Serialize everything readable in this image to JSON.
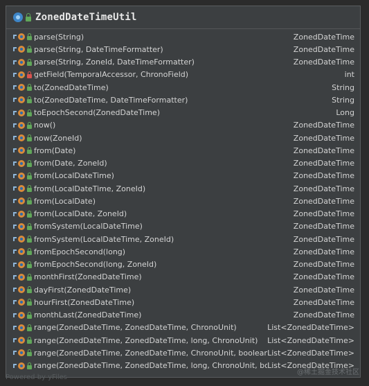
{
  "header": {
    "class_name": "ZonedDateTimeUtil"
  },
  "methods": [
    {
      "sig": "parse(String)",
      "ret": "ZonedDateTime",
      "access": "public"
    },
    {
      "sig": "parse(String, DateTimeFormatter)",
      "ret": "ZonedDateTime",
      "access": "public"
    },
    {
      "sig": "parse(String, ZoneId, DateTimeFormatter)",
      "ret": "ZonedDateTime",
      "access": "public"
    },
    {
      "sig": "getField(TemporalAccessor, ChronoField)",
      "ret": "int",
      "access": "private"
    },
    {
      "sig": "to(ZonedDateTime)",
      "ret": "String",
      "access": "public"
    },
    {
      "sig": "to(ZonedDateTime, DateTimeFormatter)",
      "ret": "String",
      "access": "public"
    },
    {
      "sig": "toEpochSecond(ZonedDateTime)",
      "ret": "Long",
      "access": "public"
    },
    {
      "sig": "now()",
      "ret": "ZonedDateTime",
      "access": "public"
    },
    {
      "sig": "now(ZoneId)",
      "ret": "ZonedDateTime",
      "access": "public"
    },
    {
      "sig": "from(Date)",
      "ret": "ZonedDateTime",
      "access": "public"
    },
    {
      "sig": "from(Date, ZoneId)",
      "ret": "ZonedDateTime",
      "access": "public"
    },
    {
      "sig": "from(LocalDateTime)",
      "ret": "ZonedDateTime",
      "access": "public"
    },
    {
      "sig": "from(LocalDateTime, ZoneId)",
      "ret": "ZonedDateTime",
      "access": "public"
    },
    {
      "sig": "from(LocalDate)",
      "ret": "ZonedDateTime",
      "access": "public"
    },
    {
      "sig": "from(LocalDate, ZoneId)",
      "ret": "ZonedDateTime",
      "access": "public"
    },
    {
      "sig": "fromSystem(LocalDateTime)",
      "ret": "ZonedDateTime",
      "access": "public"
    },
    {
      "sig": "fromSystem(LocalDateTime, ZoneId)",
      "ret": "ZonedDateTime",
      "access": "public"
    },
    {
      "sig": "fromEpochSecond(long)",
      "ret": "ZonedDateTime",
      "access": "public"
    },
    {
      "sig": "fromEpochSecond(long, ZoneId)",
      "ret": "ZonedDateTime",
      "access": "public"
    },
    {
      "sig": "monthFirst(ZonedDateTime)",
      "ret": "ZonedDateTime",
      "access": "public"
    },
    {
      "sig": "dayFirst(ZonedDateTime)",
      "ret": "ZonedDateTime",
      "access": "public"
    },
    {
      "sig": "hourFirst(ZonedDateTime)",
      "ret": "ZonedDateTime",
      "access": "public"
    },
    {
      "sig": "monthLast(ZonedDateTime)",
      "ret": "ZonedDateTime",
      "access": "public"
    },
    {
      "sig": "range(ZonedDateTime, ZonedDateTime, ChronoUnit)",
      "ret": "List<ZonedDateTime>",
      "access": "public"
    },
    {
      "sig": "range(ZonedDateTime, ZonedDateTime, long, ChronoUnit)",
      "ret": "List<ZonedDateTime>",
      "access": "public"
    },
    {
      "sig": "range(ZonedDateTime, ZonedDateTime, ChronoUnit, boolean)",
      "ret": "List<ZonedDateTime>",
      "access": "public"
    },
    {
      "sig": "range(ZonedDateTime, ZonedDateTime, long, ChronoUnit, boolean)",
      "ret": "List<ZonedDateTime>",
      "access": "public"
    }
  ],
  "footer": {
    "text": "Powered by yFiles"
  },
  "watermark": {
    "text": "@稀土掘金技术社区"
  },
  "icons": {
    "class": "class-icon",
    "method": "method-icon",
    "static": "static-marker-icon",
    "public": "public-lock-icon",
    "private": "private-lock-icon"
  },
  "colors": {
    "public": "#61a85a",
    "private": "#d9534f",
    "method": "#d98b3a",
    "class": "#3e86c8"
  }
}
